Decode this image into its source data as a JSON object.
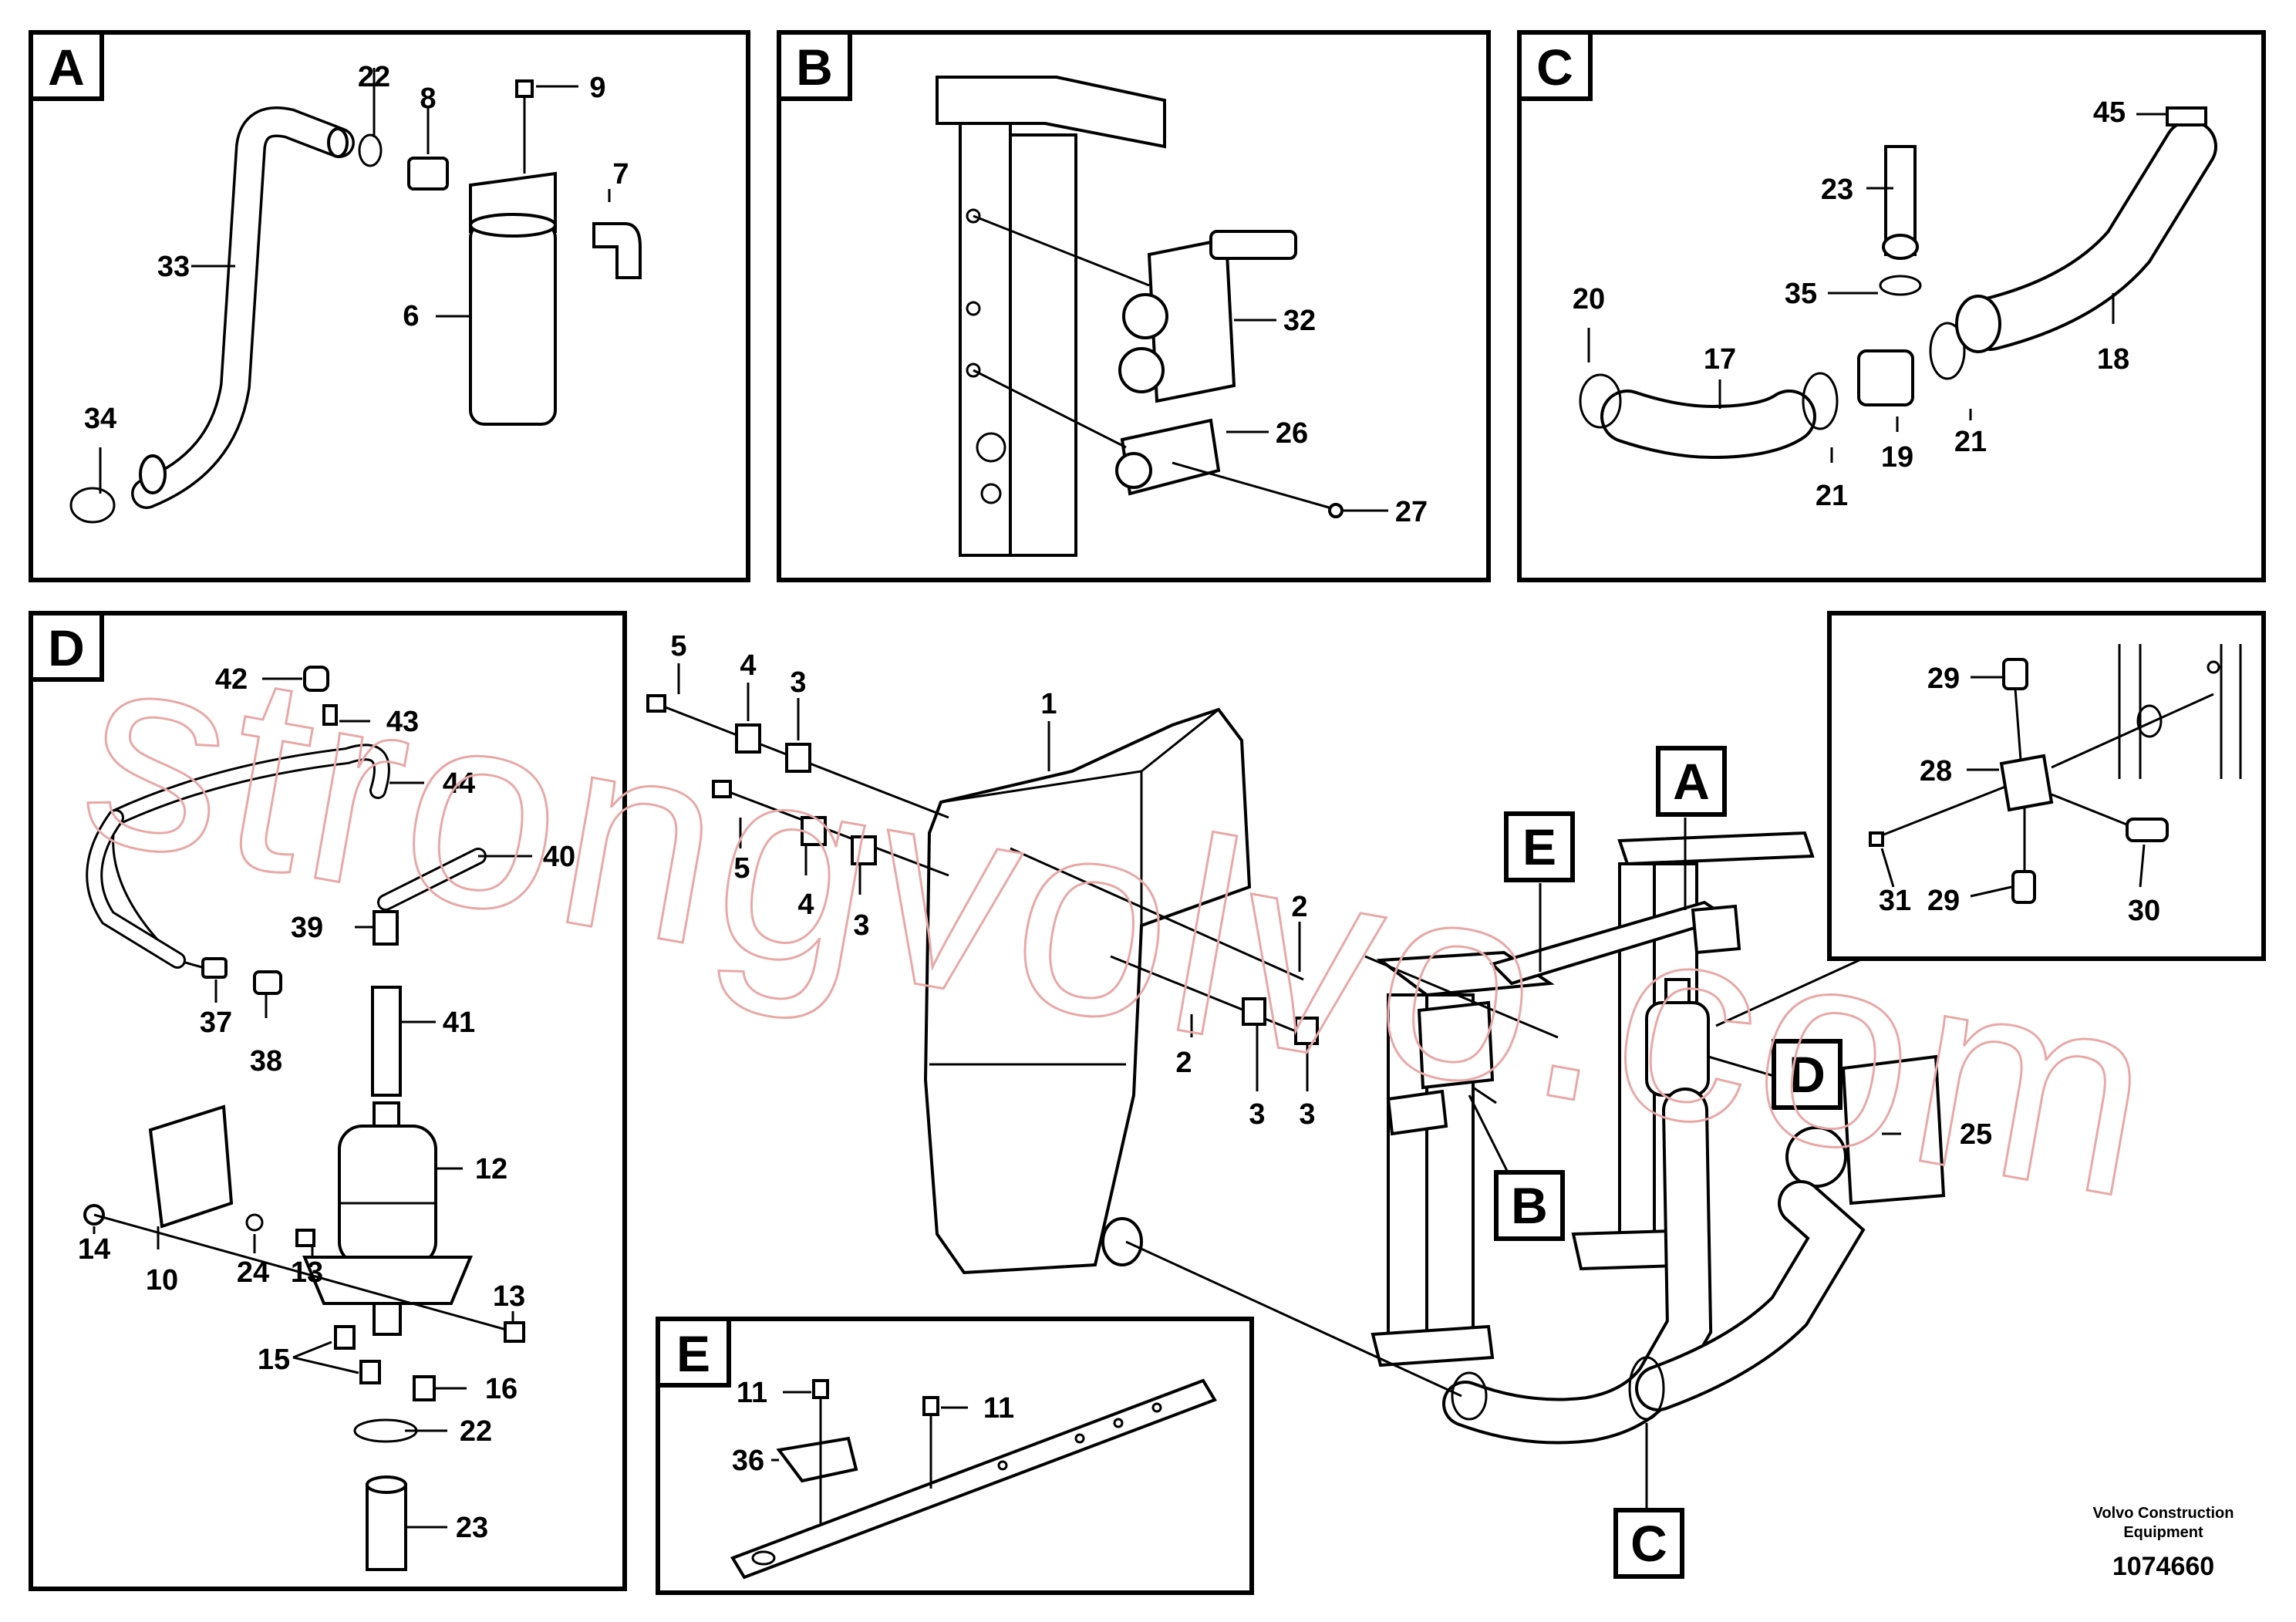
{
  "panels": {
    "a": {
      "letter": "A",
      "labels": [
        "22",
        "8",
        "9",
        "7",
        "33",
        "6",
        "34"
      ]
    },
    "b": {
      "letter": "B",
      "labels": [
        "32",
        "26",
        "27"
      ]
    },
    "c": {
      "letter": "C",
      "labels": [
        "45",
        "23",
        "20",
        "35",
        "17",
        "18",
        "19",
        "21",
        "21"
      ]
    },
    "d": {
      "letter": "D",
      "labels": [
        "42",
        "43",
        "44",
        "40",
        "39",
        "37",
        "38",
        "41",
        "12",
        "14",
        "24",
        "13",
        "10",
        "13",
        "15",
        "16",
        "22",
        "23"
      ]
    },
    "e": {
      "letter": "E",
      "labels": [
        "11",
        "11",
        "36"
      ]
    },
    "inset": {
      "labels": [
        "29",
        "28",
        "31",
        "29",
        "30"
      ]
    },
    "main": {
      "labels": [
        "5",
        "4",
        "3",
        "1",
        "5",
        "4",
        "3",
        "2",
        "2",
        "3",
        "3",
        "25"
      ],
      "tags": [
        "A",
        "E",
        "D",
        "B",
        "C"
      ]
    }
  },
  "footer": {
    "brand_line1": "Volvo Construction",
    "brand_line2": "Equipment",
    "drawing_number": "1074660"
  },
  "watermark": "strongvolvo.com"
}
